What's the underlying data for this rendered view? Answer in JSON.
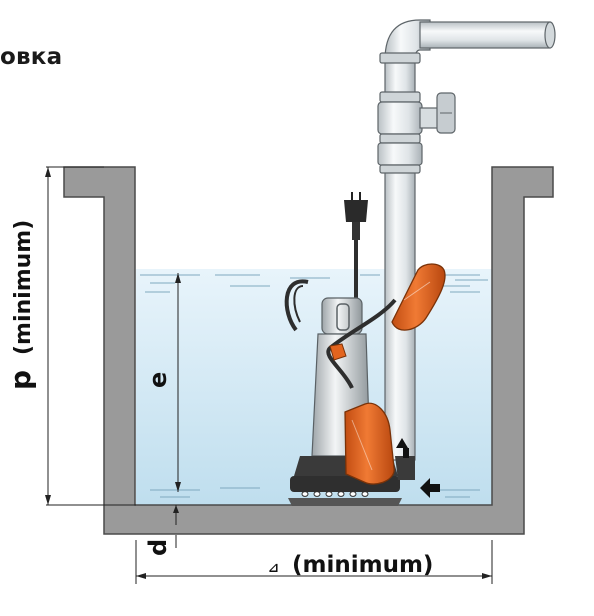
{
  "title": "овка",
  "labels": {
    "p": "p",
    "p_min": "(minimum)",
    "e": "e",
    "d": "d",
    "width_symbol": "⊿",
    "width_min": "(minimum)"
  },
  "colors": {
    "wall": "#9a9a9a",
    "water": "#cfe7f3",
    "water_surface": "#e4f2fa",
    "pipe": "#eef1f3",
    "float": "#e3641e",
    "pump_body": "#c4c9cc",
    "pump_base": "#3a3a3a",
    "cable": "#2e2e2e"
  },
  "icons": [
    "power-plug-icon",
    "flow-up-arrow-icon",
    "flow-in-arrow-icon",
    "valve-wheel-icon"
  ]
}
